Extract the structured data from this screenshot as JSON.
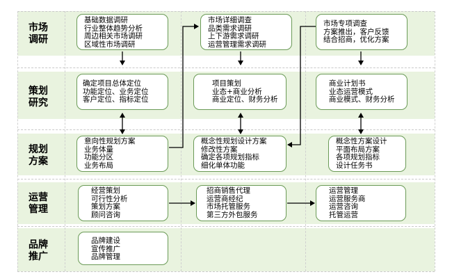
{
  "rows": [
    {
      "label": [
        "市场",
        "调研"
      ],
      "boxes": [
        [
          "基础数据调研",
          "行业整体趋势分析",
          "周边相关市场调研",
          "区域性市场调研"
        ],
        [
          "市场详细调查",
          "品类需求调研",
          "上下游需求调研",
          "运营管理需求调研"
        ],
        [
          "市场专项调查",
          "方案推出，客户反馈",
          "结合招商，优化方案"
        ]
      ]
    },
    {
      "label": [
        "策划",
        "研究"
      ],
      "boxes": [
        [
          "确定项目总体定位",
          "功能定位、业务定位",
          "客户定位、指标定位"
        ],
        [
          "项目策划",
          "业态+商业分析",
          "商业定位、财务分析"
        ],
        [
          "商业计划书",
          "业态运营模式",
          "商业模式、财务分析"
        ]
      ]
    },
    {
      "label": [
        "规划",
        "方案"
      ],
      "boxes": [
        [
          "意向性规划方案",
          "业务体量",
          "功能分区",
          "业务布局"
        ],
        [
          "概念性规划设计方案",
          "修改性方案",
          "确定各项规划指标",
          "细化单体功能"
        ],
        [
          "概念性方案设计",
          "平面布局方案",
          "各项规划指标",
          "设计任务书"
        ]
      ]
    },
    {
      "label": [
        "运营",
        "管理"
      ],
      "boxes": [
        [
          "经营策划",
          "可行性分析",
          "策划方案",
          "顾问咨询"
        ],
        [
          "招商销售代理",
          "运营商经纪",
          "市场托管服务",
          "第三方外包服务"
        ],
        [
          "运营管理",
          "运营服务商",
          "运营咨询",
          "托管运营"
        ]
      ]
    },
    {
      "label": [
        "品牌",
        "推广"
      ],
      "boxes": [
        [
          "品牌建设",
          "宣传推广",
          "品牌管理"
        ]
      ]
    }
  ],
  "colors": {
    "row_band": "#e9f3df",
    "box_border": "#6a9a56",
    "arrow": "#000000"
  }
}
